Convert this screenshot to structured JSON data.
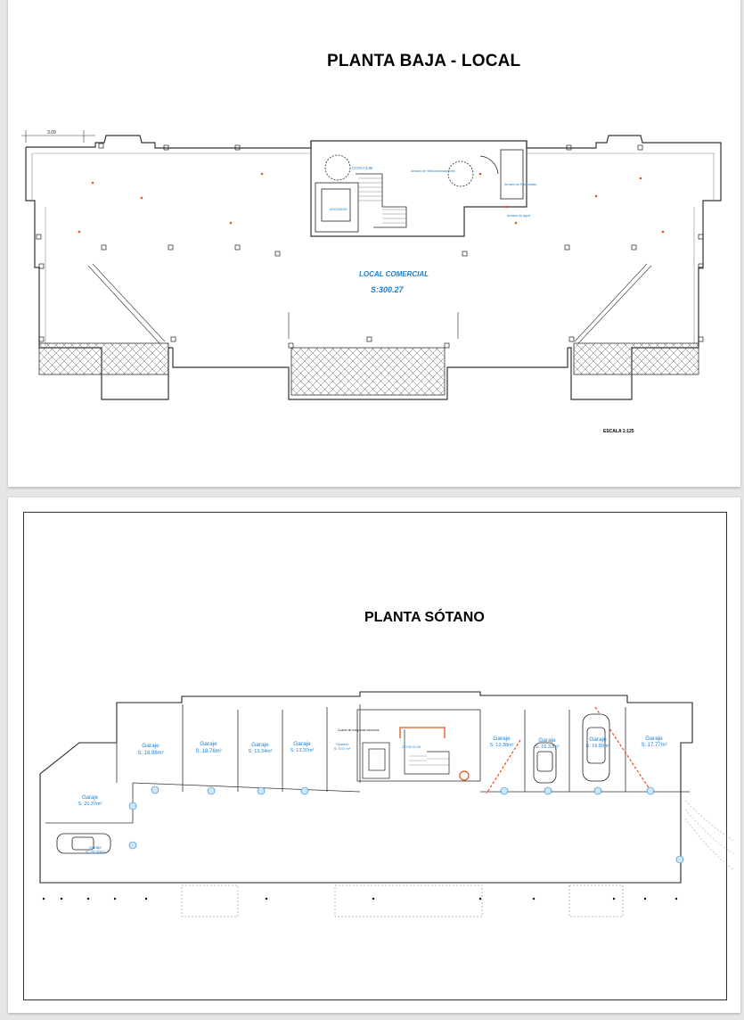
{
  "sheet1": {
    "title": "PLANTA BAJA  - LOCAL",
    "scale_label": "ESCALA 1:125",
    "dimension": "3.09",
    "room_name": "LOCAL COMERCIAL",
    "room_area": "S:300.27",
    "stair_level": "COTA+3.85",
    "elevator_label": "ASCENSOR",
    "note_1": "Armario de Telecomunicaciones",
    "note_2": "Armario de Electricidad",
    "note_3": "Armario de Agua"
  },
  "sheet2": {
    "title": "PLANTA SÓTANO",
    "garages": [
      {
        "name": "Garaje",
        "area": "S: 16.98m²"
      },
      {
        "name": "Garaje",
        "area": "S: 18.76m²"
      },
      {
        "name": "Garaje",
        "area": "S: 13.34m²"
      },
      {
        "name": "Garaje",
        "area": "S: 13.37m²"
      },
      {
        "name": "Trastero",
        "area": "S: 9.07 m²"
      },
      {
        "name": "Garaje",
        "area": "S: 13.38m²"
      },
      {
        "name": "Garaje",
        "area": "S: 15.32m²"
      },
      {
        "name": "Garaje",
        "area": "S: 16.89m²"
      },
      {
        "name": "Garaje",
        "area": "S: 17.77m²"
      },
      {
        "name": "Garaje",
        "area": "S: 20.37m²"
      },
      {
        "name": "Garaje",
        "area": "S: 20.20m²"
      }
    ],
    "stair_level": "COTA+0.00",
    "machine_room": "Cuarto de maquinas ascensor"
  },
  "colors": {
    "plan_blue": "#1a7fd0",
    "marker_red": "#e8501a",
    "hatch": "#555555"
  }
}
